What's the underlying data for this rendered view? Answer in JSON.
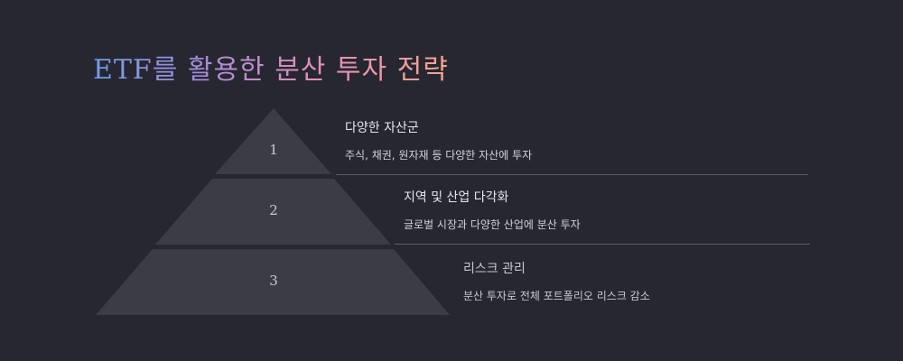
{
  "title": "ETF를 활용한 분산 투자 전략",
  "colors": {
    "background": "#262730",
    "tier": "#3b3c46",
    "divider": "#5a5c68",
    "title_gradient": [
      "#6f9ee8",
      "#a78bd9",
      "#e58fb8",
      "#f4a48e"
    ]
  },
  "tiers": [
    {
      "number": "1",
      "title": "다양한 자산군",
      "description": "주식, 채권, 원자재 등 다양한 자산에 투자"
    },
    {
      "number": "2",
      "title": "지역 및 산업 다각화",
      "description": "글로벌 시장과 다양한 산업에 분산 투자"
    },
    {
      "number": "3",
      "title": "리스크 관리",
      "description": "분산 투자로 전체 포트폴리오 리스크 감소"
    }
  ]
}
